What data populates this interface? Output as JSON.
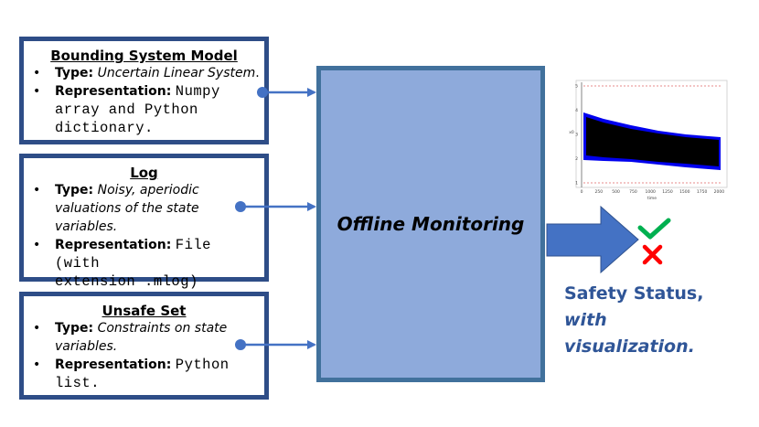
{
  "inputs": [
    {
      "title": "Bounding System Model",
      "type_key": "Type:",
      "type_val": "Uncertain Linear System",
      "type_suffix": ".",
      "rep_key": "Representation:",
      "rep_lines": [
        "Numpy",
        "array and Python",
        "dictionary."
      ]
    },
    {
      "title": "Log",
      "type_key": "Type:",
      "type_lines": [
        "Noisy, aperiodic",
        "valuations of the state",
        "variables."
      ],
      "rep_key": "Representation:",
      "rep_lines": [
        "File (with",
        "extension .mlog)"
      ]
    },
    {
      "title": "Unsafe Set",
      "type_key": "Type:",
      "type_lines": [
        "Constraints on state",
        "variables."
      ],
      "rep_key": "Representation:",
      "rep_lines": [
        "Python",
        "list."
      ]
    }
  ],
  "process": {
    "label": "Offline Monitoring"
  },
  "output": {
    "status_line1_plain": "Safety Status,",
    "status_line1_italic": "with",
    "status_line2_italic": "visualization.",
    "check_icon": "check-mark-icon",
    "cross_icon": "cross-mark-icon"
  },
  "colors": {
    "box_border": "#2e4d87",
    "monitor_fill": "#8eaadb",
    "monitor_border": "#41719c",
    "arrow": "#4472c4",
    "check": "#00b050",
    "cross": "#ff0000",
    "status_text": "#2f5597"
  },
  "thumbnail": {
    "xticks": [
      "0",
      "250",
      "500",
      "750",
      "1000",
      "1250",
      "1500",
      "1750",
      "2000"
    ],
    "yticks": [
      "1",
      "2",
      "3",
      "4",
      "5"
    ],
    "xlabel": "time",
    "ylabel": "x0"
  }
}
